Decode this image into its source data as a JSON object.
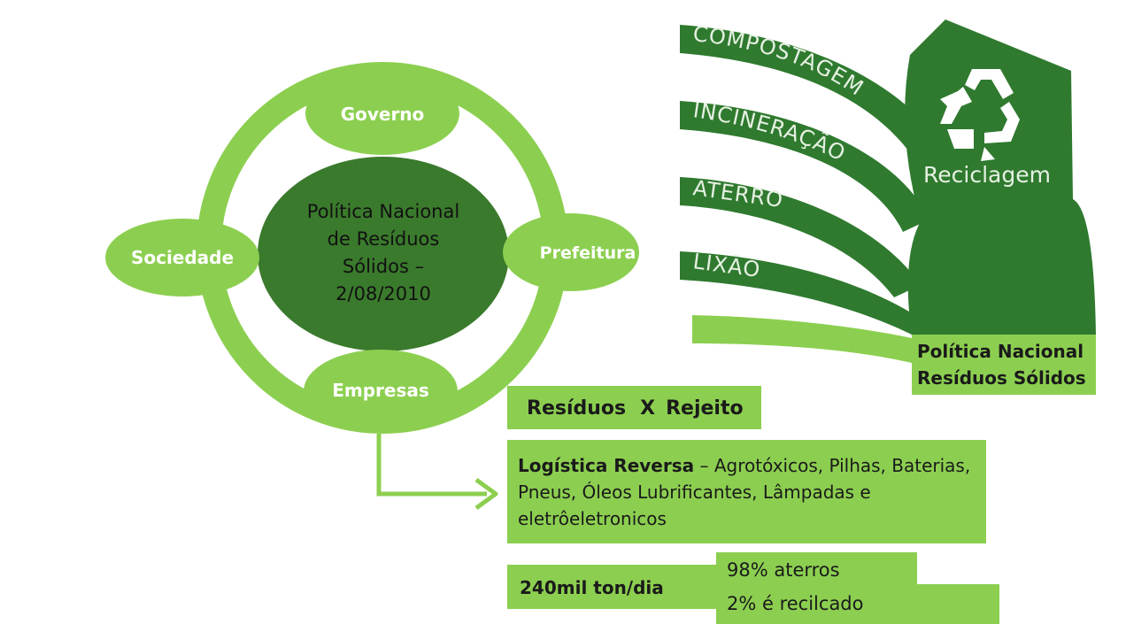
{
  "cycle": {
    "center_label": [
      "Política Nacional",
      "de Resíduos",
      "Sólidos –",
      "2/08/2010"
    ],
    "nodes": {
      "governo": "Governo",
      "prefeitura": "Prefeitura",
      "empresas": "Empresas",
      "sociedade": "Sociedade"
    }
  },
  "waste_paths": {
    "compostagem": "COMPOSTAGEM",
    "incineracao": "INCINERAÇÃO",
    "aterro": "ATERRO",
    "lixao": "LIXÃO",
    "reciclagem": "Reciclagem"
  },
  "pnrs_label": {
    "line1": "Política Nacional",
    "line2": "Resíduos Sólidos"
  },
  "info": {
    "residuos": "Resíduos",
    "x": "X",
    "rejeito": "Rejeito",
    "logistica_title": "Logística Reversa",
    "logistica_text": "–  Agrotóxicos, Pilhas, Baterias, Pneus, Óleos Lubrificantes, Lâmpadas e eletrôeletronicos",
    "tonnage": "240mil ton/dia",
    "aterros_pct": "98% aterros",
    "reciclado_pct": "2%  é recilcado"
  },
  "colors": {
    "light_green": "#8ccf50",
    "dark_green": "#2f7a2f",
    "center_green": "#3a7a2c",
    "text_dark": "#1a1a1a",
    "path_text": "#e6f1e2"
  }
}
